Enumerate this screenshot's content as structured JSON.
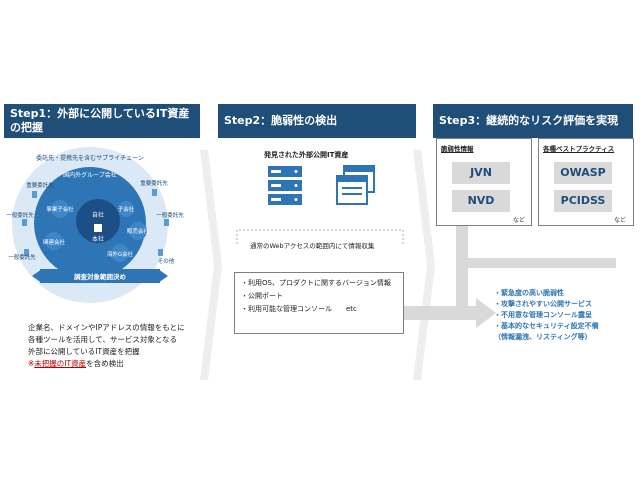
{
  "step1": {
    "title_line1": "Step1：外部に公開しているIT資産",
    "title_line2": "の把握",
    "supply_chain_label": "委託先・提携先を含むサプライチェーン",
    "group_label": "国内外グループ会社",
    "head_office_line1": "自社",
    "head_office_line2": "本社",
    "nodes": {
      "business_subsidiary": "事業子会社",
      "subsidiary": "子会社",
      "sales_company": "販売会社",
      "affiliate": "関連会社",
      "overseas": "海外G会社",
      "important_left": "重要委託先",
      "important_right": "重要委託先",
      "general_left_top": "一般委託先",
      "general_left_bottom": "一般委託先",
      "general_right": "一般委託先",
      "others": "その他"
    },
    "scope_label": "調査対象範囲決め",
    "desc_line1": "企業名、ドメインやIPアドレスの情報をもとに",
    "desc_line2": "各種ツールを活用して、サービス対象となる",
    "desc_line3": "外部に公開しているIT資産を把握",
    "note_prefix": "※",
    "note_underlined": "未把握のIT資産",
    "note_suffix": "を含め検出"
  },
  "step2": {
    "title": "Step2：脆弱性の検出",
    "discovered_label": "発見された外部公開IT資産",
    "web_access_note": "通常のWebアクセスの範囲内にて情報収集",
    "items": [
      "・利用OS、プロダクトに関するバージョン情報",
      "・公開ポート",
      "・利用可能な管理コンソール　　etc"
    ]
  },
  "step3": {
    "title": "Step3：継続的なリスク評価を実現",
    "vuln_info_label": "脆弱性情報",
    "vuln_sources": [
      "JVN",
      "NVD"
    ],
    "best_practice_label": "各種ベストプラクティス",
    "best_practices": [
      "OWASP",
      "PCIDSS"
    ],
    "etc1": "など",
    "etc2": "など",
    "results": [
      "・緊急度の高い脆弱性",
      "・攻撃されやすい公開サービス",
      "・不用意な管理コンソール露呈",
      "・基本的なセキュリティ設定不備",
      "（情報漏洩、リスティング等）"
    ]
  },
  "colors": {
    "header": "#1f4e79",
    "circle_light": "#cfe2f3",
    "circle_mid": "#2e75b6",
    "circle_dark": "#1f5fa0",
    "accent_text": "#2e75b6",
    "note_red": "#c00000",
    "pill_gray": "#d9d9d9"
  }
}
